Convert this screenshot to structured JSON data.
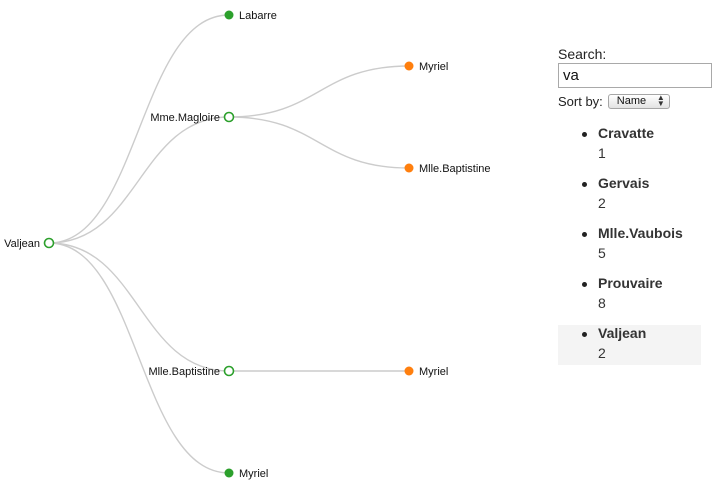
{
  "tree": {
    "nodes": [
      {
        "id": "root",
        "label": "Valjean",
        "type": "open",
        "label_side": "left"
      },
      {
        "id": "n_labarre",
        "label": "Labarre",
        "type": "green",
        "label_side": "right"
      },
      {
        "id": "n_magloire",
        "label": "Mme.Magloire",
        "type": "open",
        "label_side": "left"
      },
      {
        "id": "n_myriel_1",
        "label": "Myriel",
        "type": "orange",
        "label_side": "right"
      },
      {
        "id": "n_baptistine_leaf",
        "label": "Mlle.Baptistine",
        "type": "orange",
        "label_side": "right"
      },
      {
        "id": "n_baptistine",
        "label": "Mlle.Baptistine",
        "type": "open",
        "label_side": "left"
      },
      {
        "id": "n_myriel_2",
        "label": "Myriel",
        "type": "orange",
        "label_side": "right"
      },
      {
        "id": "n_myriel_3",
        "label": "Myriel",
        "type": "green",
        "label_side": "right"
      }
    ],
    "links": [
      [
        "root",
        "n_labarre"
      ],
      [
        "root",
        "n_magloire"
      ],
      [
        "root",
        "n_baptistine"
      ],
      [
        "root",
        "n_myriel_3"
      ],
      [
        "n_magloire",
        "n_myriel_1"
      ],
      [
        "n_magloire",
        "n_baptistine_leaf"
      ],
      [
        "n_baptistine",
        "n_myriel_2"
      ]
    ],
    "colors": {
      "green": "#2ca02c",
      "orange": "#ff7f0e",
      "link": "#cccccc"
    }
  },
  "search": {
    "label": "Search:",
    "value": "va"
  },
  "sort": {
    "label": "Sort by:",
    "selected": "Name"
  },
  "results": [
    {
      "name": "Cravatte",
      "count": "1"
    },
    {
      "name": "Gervais",
      "count": "2"
    },
    {
      "name": "Mlle.Vaubois",
      "count": "5"
    },
    {
      "name": "Prouvaire",
      "count": "8"
    },
    {
      "name": "Valjean",
      "count": "2"
    }
  ]
}
